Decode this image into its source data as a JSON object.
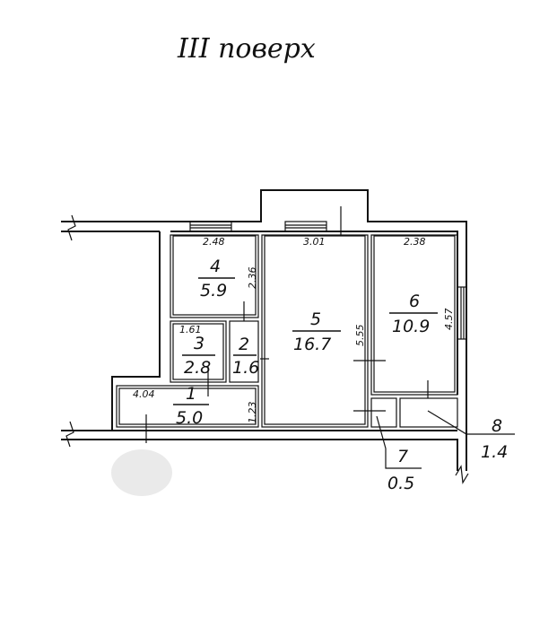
{
  "floor_title": "III поверх",
  "rooms": [
    {
      "number": "1",
      "area": "5.0",
      "dims": [
        "4.04",
        "1.23"
      ]
    },
    {
      "number": "2",
      "area": "1.6",
      "dims": []
    },
    {
      "number": "3",
      "area": "2.8",
      "dims": [
        "1.61"
      ]
    },
    {
      "number": "4",
      "area": "5.9",
      "dims": [
        "2.48",
        "2.36"
      ]
    },
    {
      "number": "5",
      "area": "16.7",
      "dims": [
        "3.01",
        "5.55"
      ]
    },
    {
      "number": "6",
      "area": "10.9",
      "dims": [
        "2.38",
        "4.57"
      ]
    },
    {
      "number": "7",
      "area": "0.5",
      "dims": []
    },
    {
      "number": "8",
      "area": "1.4",
      "dims": []
    }
  ]
}
